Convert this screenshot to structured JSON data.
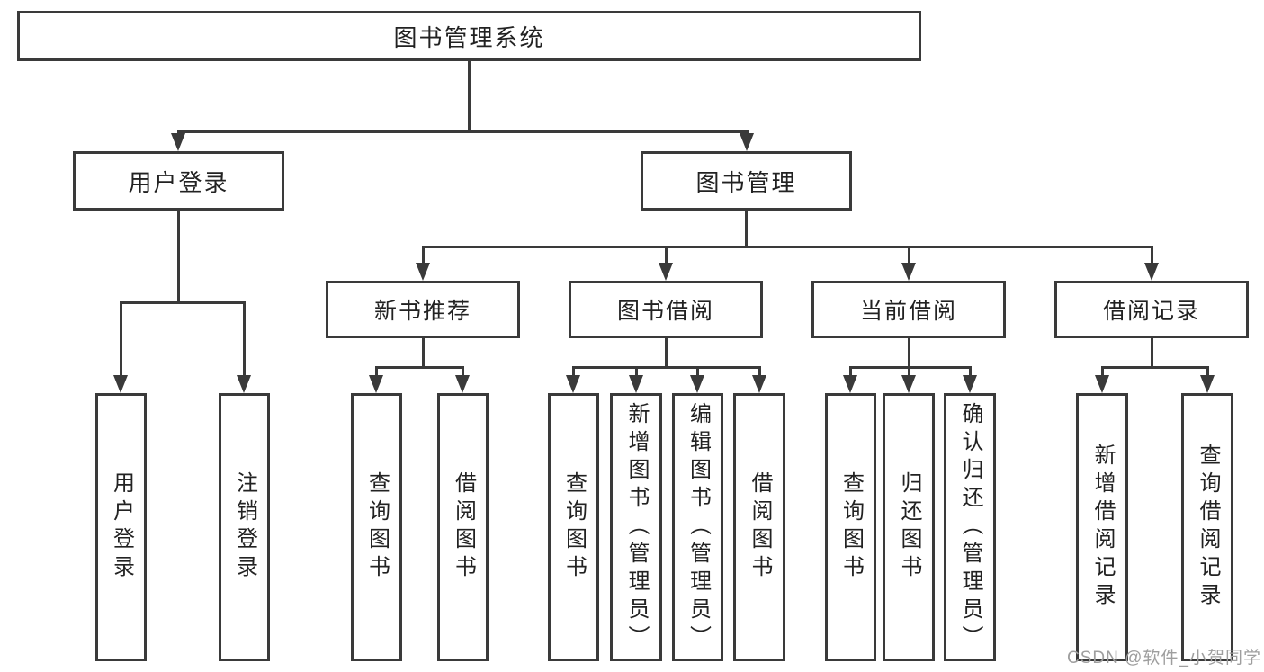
{
  "tree": {
    "label": "图书管理系统",
    "children": [
      {
        "label": "用户登录",
        "children": [
          {
            "label": "用户登录"
          },
          {
            "label": "注销登录"
          }
        ]
      },
      {
        "label": "图书管理",
        "children": [
          {
            "label": "新书推荐",
            "children": [
              {
                "label": "查询图书"
              },
              {
                "label": "借阅图书"
              }
            ]
          },
          {
            "label": "图书借阅",
            "children": [
              {
                "label": "查询图书"
              },
              {
                "label": "新增图书（管理员）"
              },
              {
                "label": "编辑图书（管理员）"
              },
              {
                "label": "借阅图书"
              }
            ]
          },
          {
            "label": "当前借阅",
            "children": [
              {
                "label": "查询图书"
              },
              {
                "label": "归还图书"
              },
              {
                "label": "确认归还（管理员）"
              }
            ]
          },
          {
            "label": "借阅记录",
            "children": [
              {
                "label": "新增借阅记录"
              },
              {
                "label": "查询借阅记录"
              }
            ]
          }
        ]
      }
    ]
  },
  "watermark": "CSDN @软件_小贺同学",
  "colors": {
    "line": "#3a3a3a",
    "text": "#222222",
    "watermark": "#9e9e9e"
  }
}
